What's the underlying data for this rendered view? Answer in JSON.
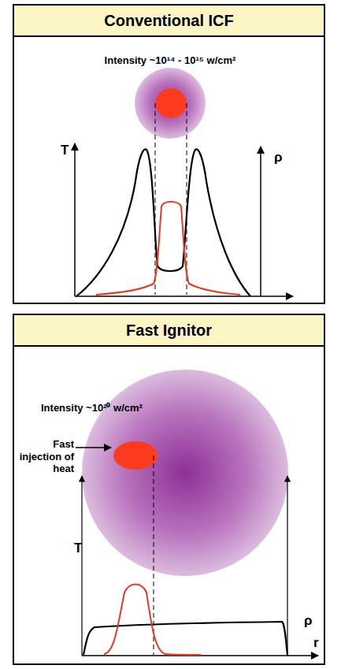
{
  "diagram": {
    "nodes": [
      {
        "text": [
          "Conventional ICF"
        ]
      },
      {
        "text": [
          "Fast Ignitor"
        ]
      }
    ],
    "labels": [
      "Intensity ~10¹⁴ - 10¹⁵ w/cm²",
      "T",
      "ρ",
      "Intensity ~10²⁰ w/cm²",
      "Fast injection of heat",
      "T",
      "ρ",
      "r"
    ]
  }
}
